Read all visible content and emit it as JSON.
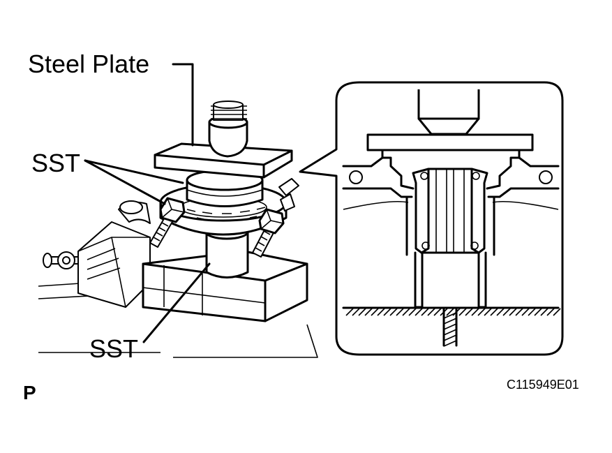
{
  "labels": {
    "steel_plate": "Steel Plate",
    "sst_upper": "SST",
    "sst_lower": "SST",
    "corner_mark": "P",
    "figure_code": "C115949E01"
  },
  "icons": {
    "press_assembly": "press-fixture-drawing",
    "detail_inset": "bearing-cross-section-detail"
  },
  "colors": {
    "ink": "#000000",
    "paper": "#ffffff"
  }
}
